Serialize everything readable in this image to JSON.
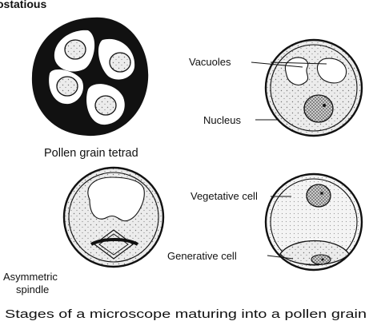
{
  "header_fragment": "ostatious",
  "figures": {
    "tetrad": {
      "caption": "Pollen grain tetrad"
    },
    "vacuolated": {
      "label_vacuoles": "Vacuoles",
      "label_nucleus": "Nucleus"
    },
    "spindle": {
      "label_line1": "Asymmetric",
      "label_line2": "spindle"
    },
    "mature": {
      "label_vegetative": "Vegetative cell",
      "label_generative": "Generative cell"
    }
  },
  "caption": "Stages of a microscope maturing into a pollen grain",
  "colors": {
    "ink": "#111111",
    "stipple_bg": "#e9e9e9",
    "nucleus_fill": "#c8c8c8"
  }
}
